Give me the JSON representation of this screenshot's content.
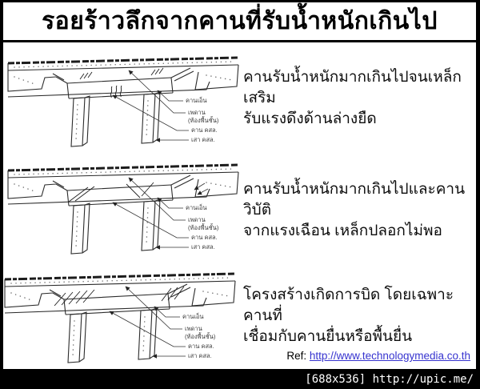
{
  "slide": {
    "title": "รอยร้าวลึกจากคานที่รับน้ำหนักเกินไป"
  },
  "sections": [
    {
      "lines": [
        "คานรับน้ำหนักมากเกินไปจนเหล็กเสริม",
        "รับแรงดึงด้านล่างยืด"
      ]
    },
    {
      "lines": [
        "คานรับน้ำหนักมากเกินไปและคานวิบัติ",
        "จากแรงเฉือน เหล็กปลอกไม่พอ"
      ]
    },
    {
      "lines": [
        "โครงสร้างเกิดการบิด โดยเฉพาะคานที่",
        "เชื่อมกับคานยื่นหรือพื้นยื่น"
      ]
    }
  ],
  "diagram_labels": {
    "edge_beam": "คานเอ็น",
    "ceiling": "เพดาน",
    "ceiling_sub": "(ท้องพื้นชั้น)",
    "beam": "คาน คสล.",
    "column": "เสา คสล."
  },
  "footer": {
    "ref_label": "Ref:",
    "ref_url": "http://www.technologymedia.co.th"
  },
  "watermark": "[688x536] http://upic.me/",
  "colors": {
    "link_blue": "#3633cf",
    "bar_background": "#000000",
    "bar_text": "#ffffff"
  }
}
